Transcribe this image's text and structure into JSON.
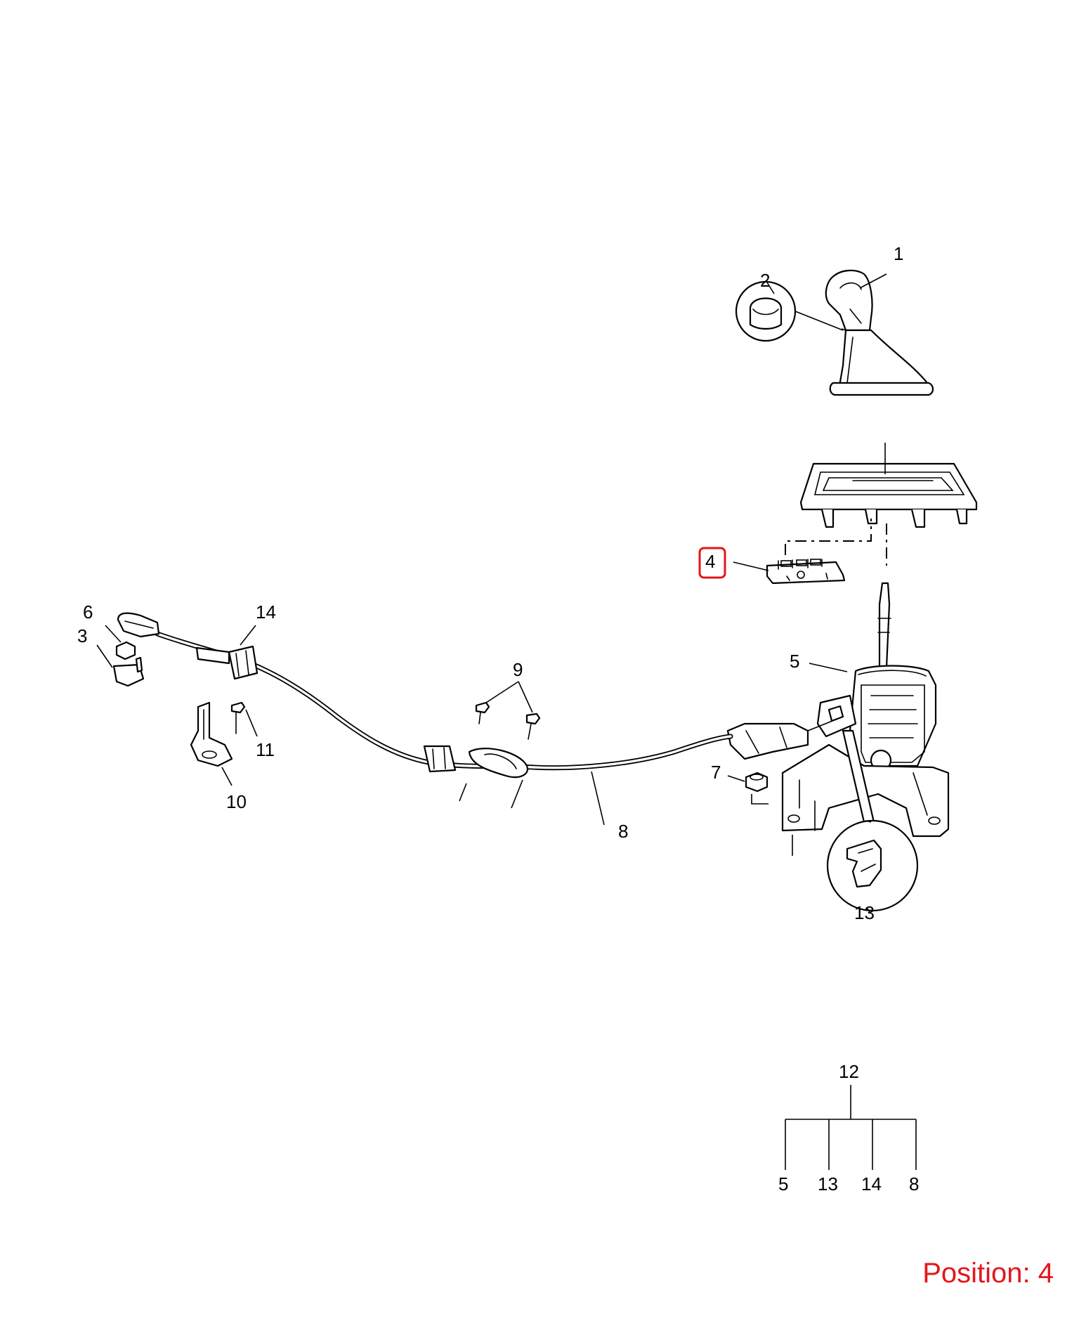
{
  "callouts": {
    "c1": "1",
    "c2": "2",
    "c3": "3",
    "c4": "4",
    "c5": "5",
    "c6": "6",
    "c7": "7",
    "c8": "8",
    "c9": "9",
    "c10": "10",
    "c11": "11",
    "c12": "12",
    "c13": "13",
    "c14": "14"
  },
  "kit": {
    "label": "12",
    "items": [
      "5",
      "13",
      "14",
      "8"
    ]
  },
  "highlighted_callout": "4",
  "highlight_color": "#e4161c",
  "position_label": "Position: 4"
}
